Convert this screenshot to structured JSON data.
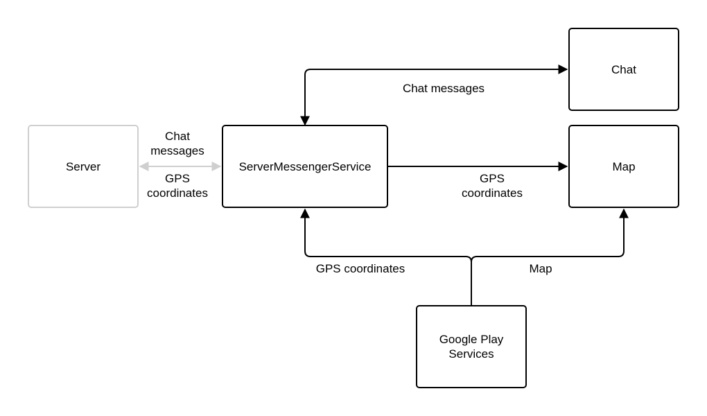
{
  "nodes": {
    "server": {
      "label": "Server"
    },
    "service": {
      "label": "ServerMessengerService"
    },
    "chat": {
      "label": "Chat"
    },
    "map": {
      "label": "Map"
    },
    "google_play": {
      "label": "Google Play\nServices"
    }
  },
  "edges": {
    "service_chat": {
      "label": "Chat messages"
    },
    "server_service": {
      "label_top": "Chat\nmessages",
      "label_bottom": "GPS\ncoordinates"
    },
    "service_map": {
      "label": "GPS\ncoordinates"
    },
    "gps_to_service": {
      "label": "GPS coordinates"
    },
    "gps_to_map": {
      "label": "Map"
    }
  },
  "colors": {
    "stroke": "#000000",
    "faded_stroke": "#cfcfcf"
  }
}
